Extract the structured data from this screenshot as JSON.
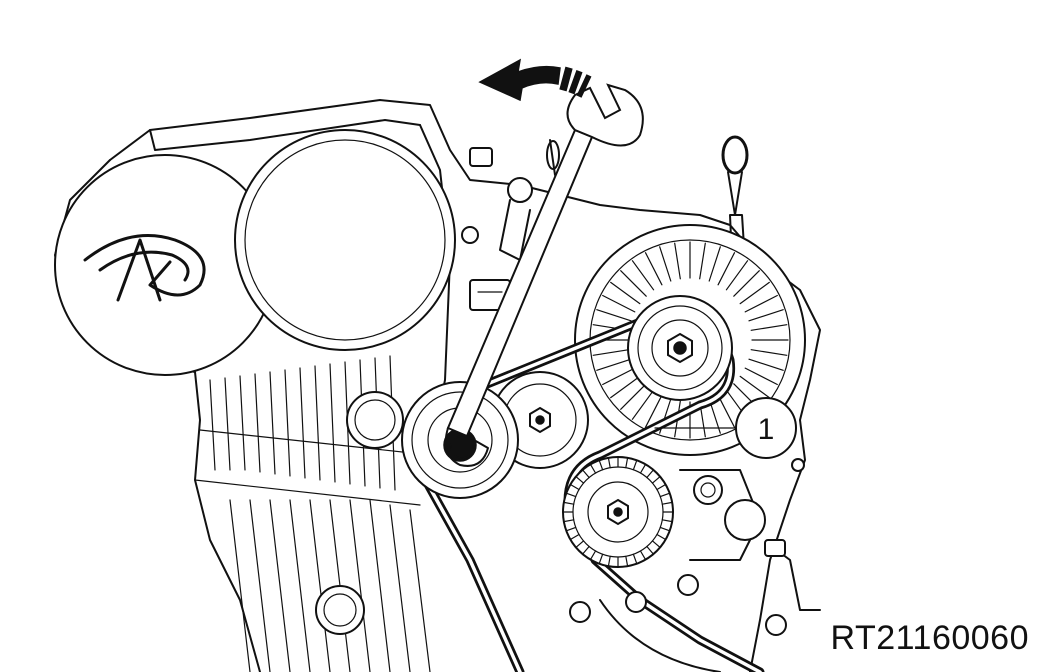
{
  "figure": {
    "code": "RT21160060",
    "callouts": [
      {
        "label": "1",
        "part": "belt"
      }
    ],
    "arrow_direction": "counter-clockwise"
  },
  "icons": {
    "brand_emblem": "chery-logo-icon",
    "tool": "wrench-icon",
    "rotation_arrow": "rotation-arrow-icon"
  },
  "colors": {
    "line": "#111111",
    "background": "#ffffff"
  }
}
